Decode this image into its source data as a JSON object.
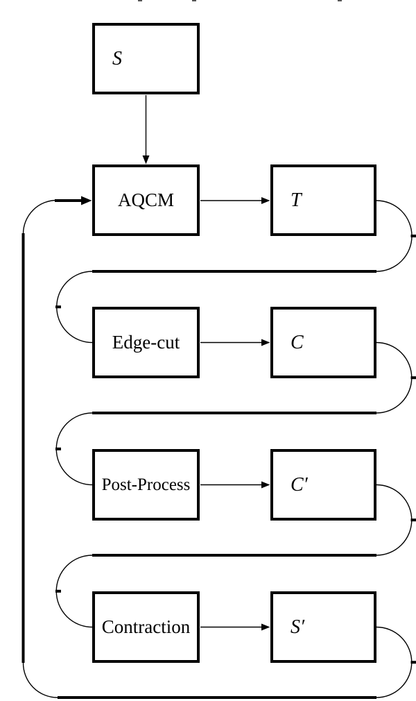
{
  "diagram": {
    "background_color": "#ffffff",
    "line_color": "#000000",
    "text_color": "#000000",
    "nodes": {
      "s": {
        "label": "S"
      },
      "aqcm": {
        "label": "AQCM"
      },
      "t": {
        "label": "T"
      },
      "edge_cut": {
        "label": "Edge-cut"
      },
      "c": {
        "label": "C"
      },
      "post_process": {
        "label": "Post-Process"
      },
      "c_prime": {
        "label": "C′"
      },
      "contraction": {
        "label": "Contraction"
      },
      "s_prime": {
        "label": "S′"
      }
    },
    "edges": [
      {
        "from": "S",
        "to": "AQCM"
      },
      {
        "from": "AQCM",
        "to": "T"
      },
      {
        "from": "T",
        "to": "Edge-cut"
      },
      {
        "from": "Edge-cut",
        "to": "C"
      },
      {
        "from": "C",
        "to": "Post-Process"
      },
      {
        "from": "Post-Process",
        "to": "C′"
      },
      {
        "from": "C′",
        "to": "Contraction"
      },
      {
        "from": "Contraction",
        "to": "S′"
      },
      {
        "from": "S′",
        "to": "AQCM"
      }
    ]
  }
}
